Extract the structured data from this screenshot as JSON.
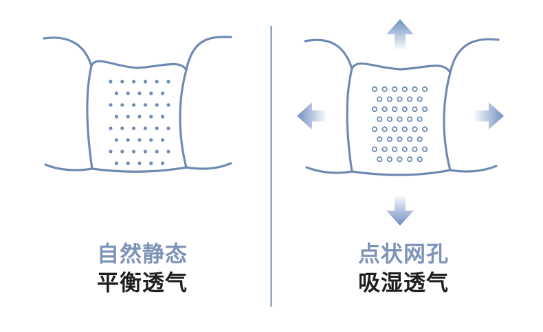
{
  "colors": {
    "outline": "#6e8ab3",
    "dot": "#6f8bb6",
    "divider": "#7088a8",
    "accent_text": "#7d93b8",
    "main_text": "#1e1e1e",
    "arrow": "#7a97c4"
  },
  "left_panel": {
    "title_accent": "自然静态",
    "title_main": "平衡透气",
    "pattern": "filled-dots"
  },
  "right_panel": {
    "title_accent": "点状网孔",
    "title_main": "吸湿透气",
    "pattern": "ring-dots",
    "arrows": [
      "arrow-up-icon",
      "arrow-left-icon",
      "arrow-right-icon",
      "arrow-down-icon"
    ]
  }
}
